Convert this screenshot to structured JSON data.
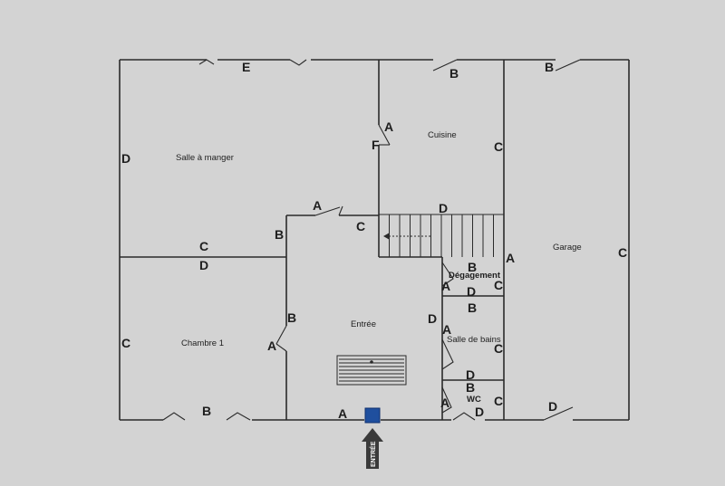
{
  "rooms": {
    "salle_a_manger": "Salle à manger",
    "cuisine": "Cuisine",
    "garage": "Garage",
    "degagement": "Dégagement",
    "entree": "Entrée",
    "chambre": "Chambre 1",
    "salle_de_bains": "Salle de bains",
    "wc": "WC"
  },
  "entrance_arrow": "ENTRÉE",
  "markers": {
    "E": "E",
    "D": "D",
    "C": "C",
    "B": "B",
    "A": "A",
    "F": "F"
  },
  "colors": {
    "background": "#d3d3d3",
    "walls": "#2a2a2a",
    "entrance_door": "#1f4f9e",
    "arrow": "#3a3a3a"
  }
}
